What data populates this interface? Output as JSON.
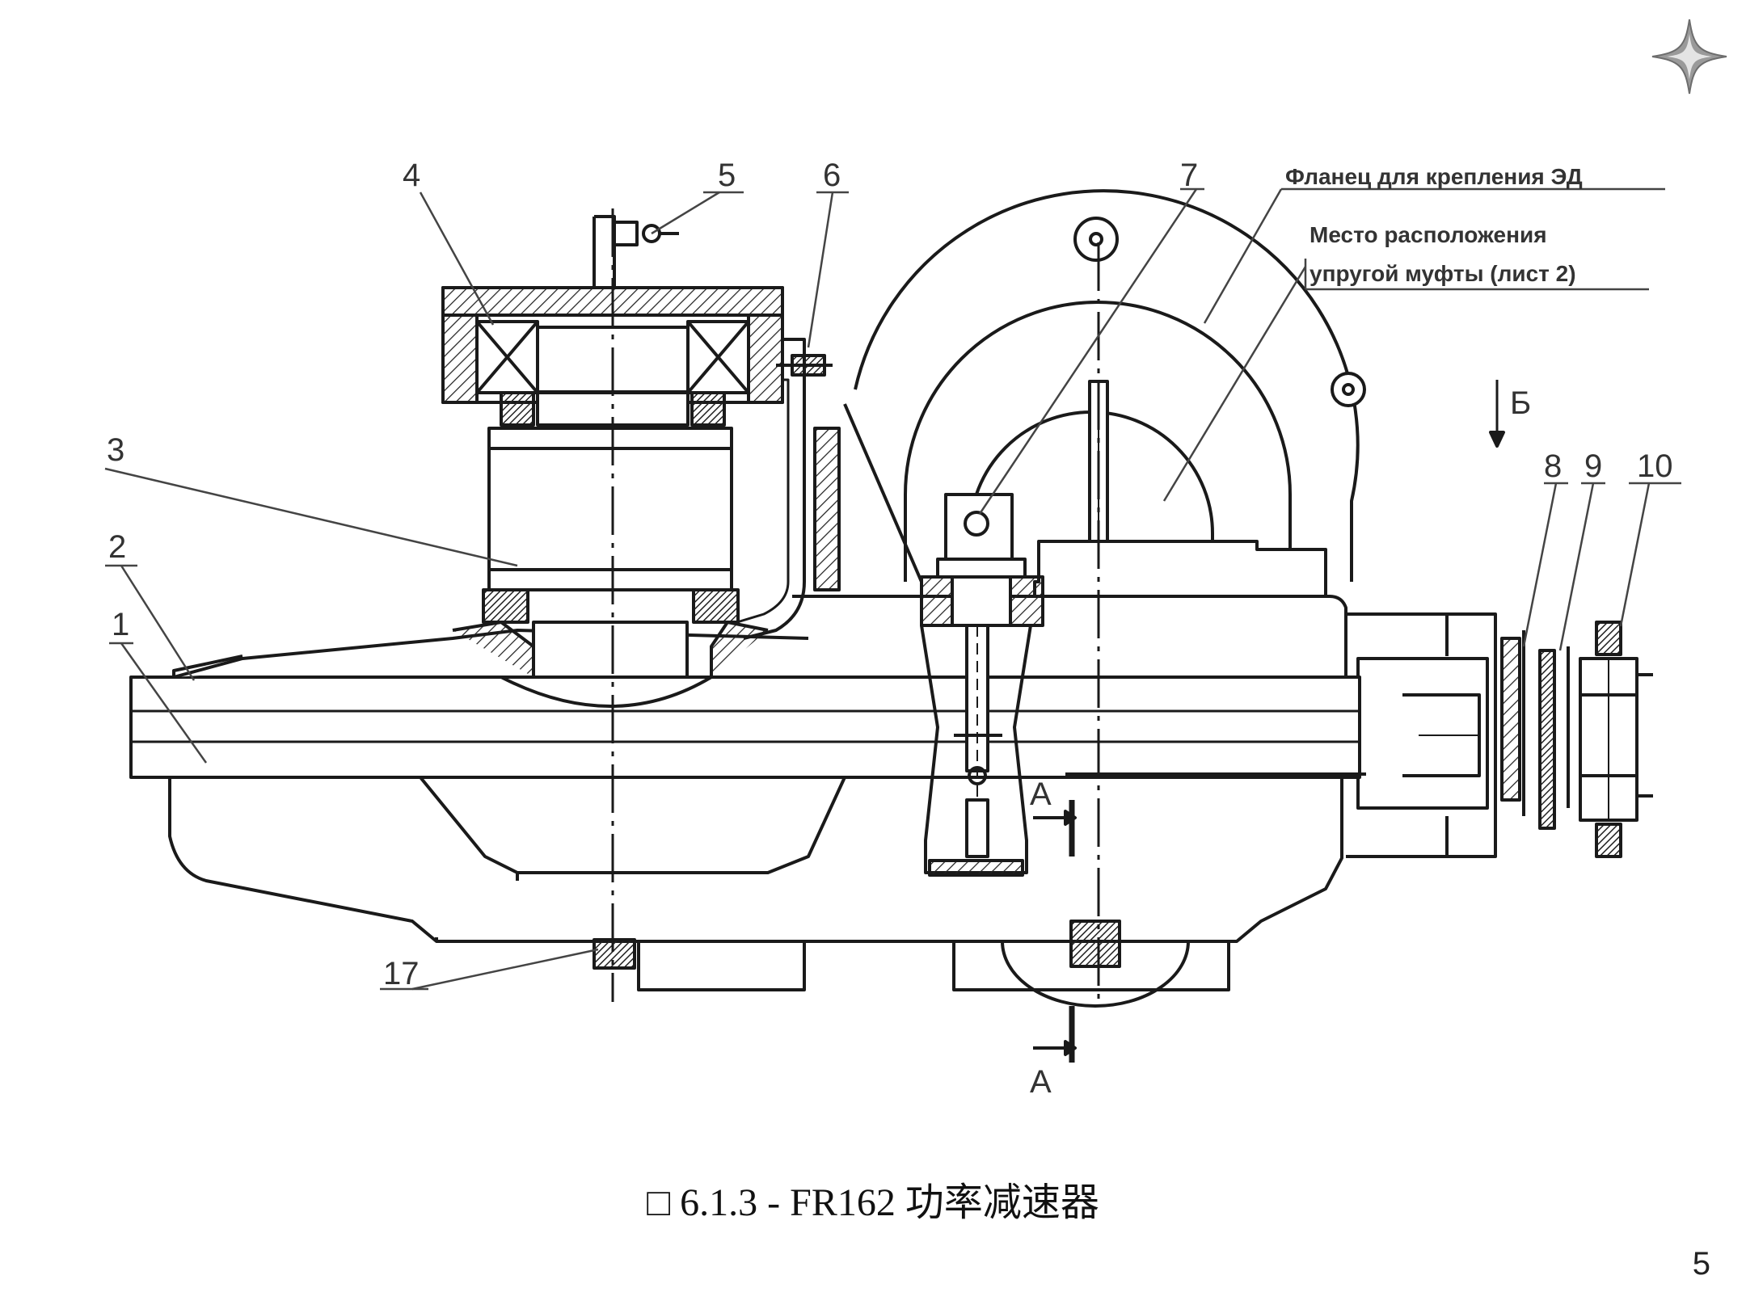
{
  "logo": {
    "icon": "four-point-star-icon"
  },
  "drawing": {
    "callouts": [
      "4",
      "5",
      "6",
      "7",
      "3",
      "2",
      "1",
      "8",
      "9",
      "10",
      "17"
    ],
    "notes": {
      "flange": "Фланец для крепления ЭД",
      "coupling_line1": "Место расположения",
      "coupling_line2": "упругой муфты (лист 2)"
    },
    "view_b": "Б",
    "section_top": "А",
    "section_bottom": "А"
  },
  "caption": "□ 6.1.3 - FR162 功率减速器",
  "page_number": "5"
}
